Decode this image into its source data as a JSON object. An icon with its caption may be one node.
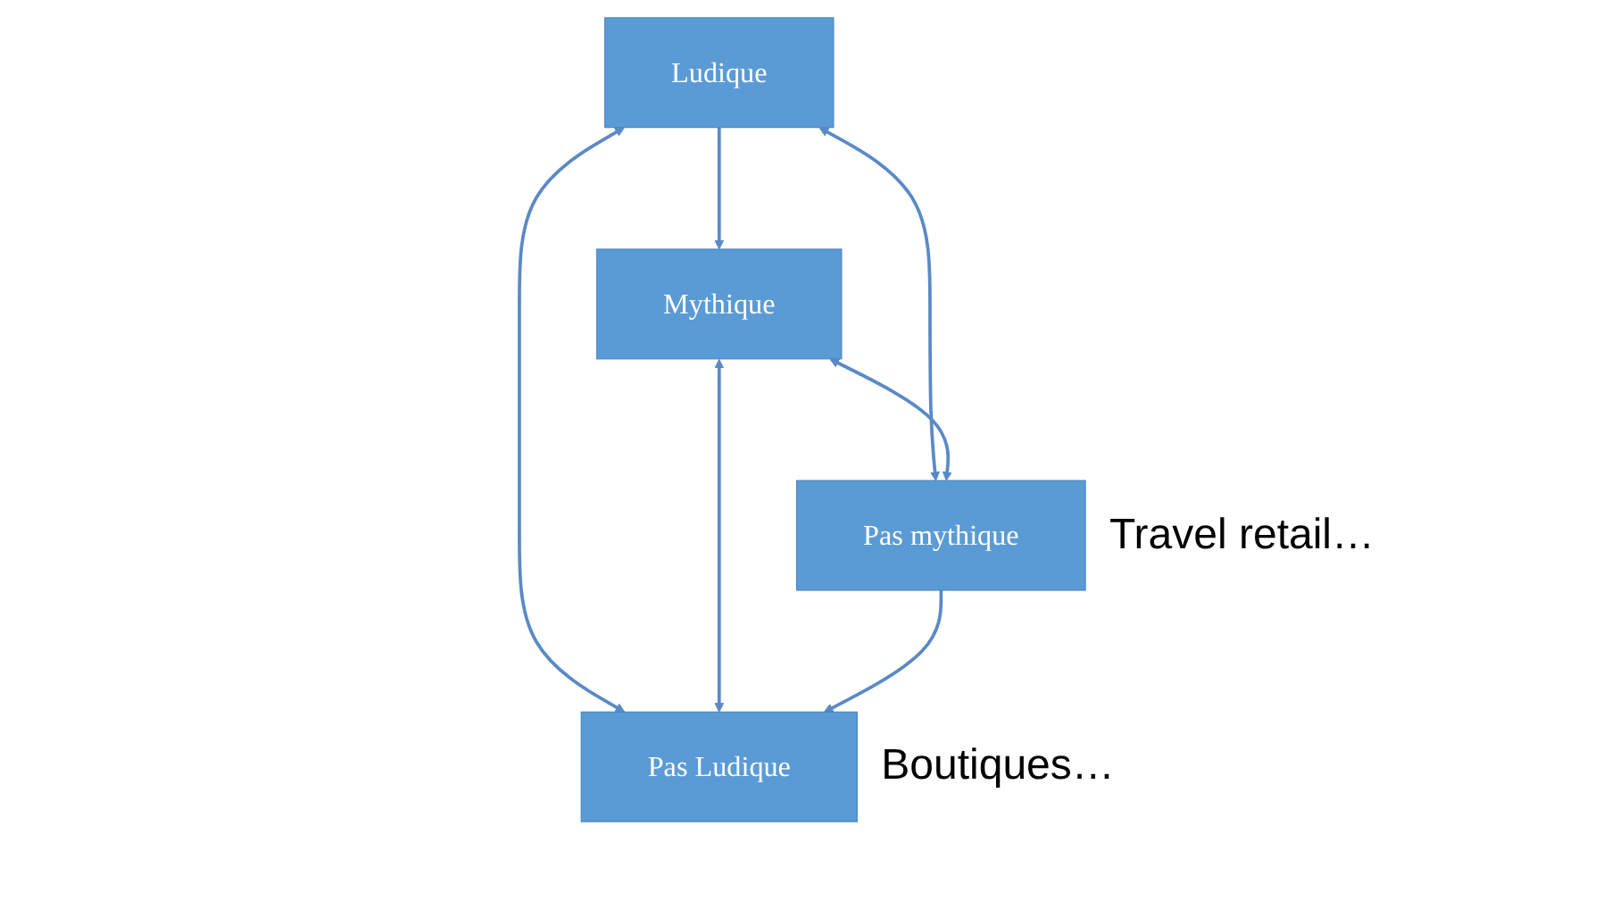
{
  "diagram": {
    "nodes": [
      {
        "text": [
          "Ludique"
        ]
      },
      {
        "text": [
          "Mythique"
        ]
      },
      {
        "text": [
          "Pas mythique"
        ],
        "beside": [
          "Travel retail…"
        ]
      },
      {
        "text": [
          "Pas Ludique"
        ],
        "beside": [
          "Boutiques…"
        ]
      }
    ],
    "edges": [
      {
        "from": 0,
        "to": 1,
        "arrow": "to"
      },
      {
        "from": 0,
        "to": 2,
        "arrow": "both"
      },
      {
        "from": 0,
        "to": 3,
        "arrow": "both"
      },
      {
        "from": 1,
        "to": 2,
        "arrow": "both"
      },
      {
        "from": 1,
        "to": 3,
        "arrow": "both"
      },
      {
        "from": 2,
        "to": 3,
        "arrow": "to"
      }
    ]
  }
}
